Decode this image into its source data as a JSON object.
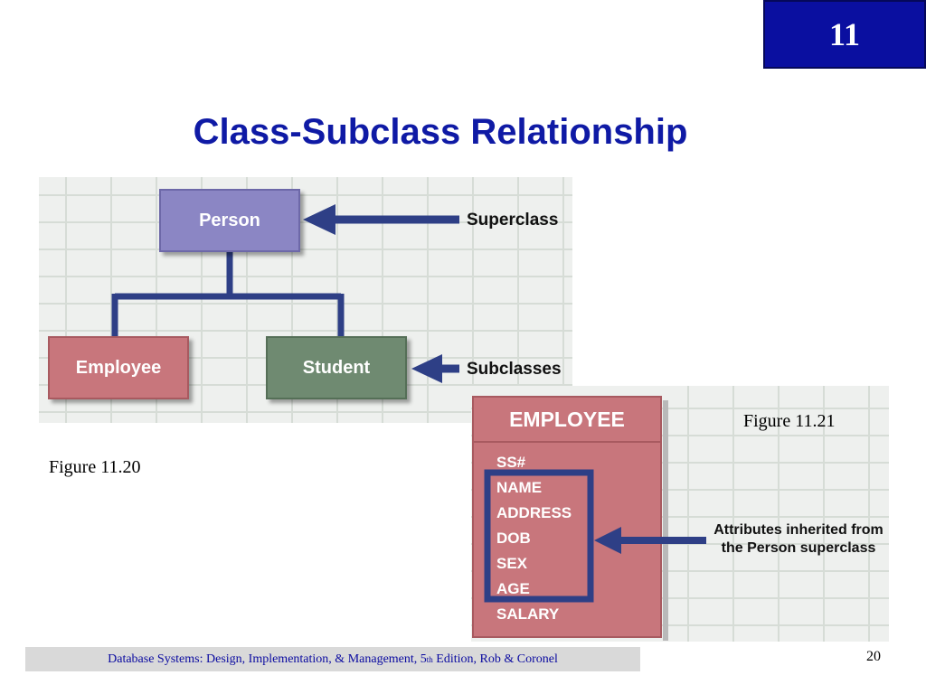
{
  "chapter_number": "11",
  "title": "Class-Subclass Relationship",
  "figure_left": {
    "superclass": "Person",
    "subclasses": [
      "Employee",
      "Student"
    ],
    "superclass_label": "Superclass",
    "subclasses_label": "Subclasses",
    "caption": "Figure 11.20",
    "colors": {
      "person": "#8b86c4",
      "employee": "#c8767c",
      "student": "#6f8a71",
      "connector": "#2e3f86"
    }
  },
  "figure_right": {
    "entity": "EMPLOYEE",
    "attributes": [
      "SS#",
      "NAME",
      "ADDRESS",
      "DOB",
      "SEX",
      "AGE",
      "SALARY"
    ],
    "inherited_label_line1": "Attributes inherited from",
    "inherited_label_line2": "the Person superclass",
    "caption": "Figure 11.21",
    "colors": {
      "entity": "#c8767c",
      "highlight": "#2e3f86"
    }
  },
  "footer": {
    "text_before": "Database Systems: Design, Implementation, & Management, 5",
    "superscript": "th",
    "text_after": " Edition, Rob & Coronel"
  },
  "page_number": "20"
}
